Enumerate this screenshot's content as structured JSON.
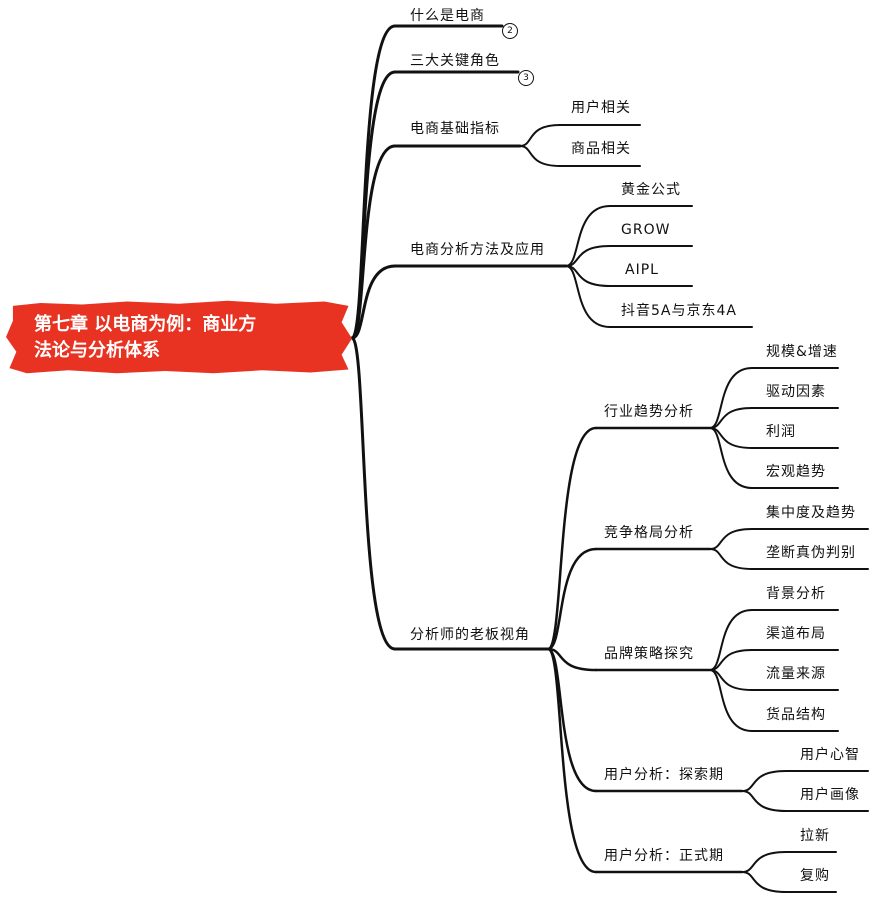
{
  "root": {
    "line1": "第七章 以电商为例：商业方",
    "line2": "法论与分析体系"
  },
  "level1": [
    {
      "label": "什么是电商",
      "badge": "2"
    },
    {
      "label": "三大关键角色",
      "badge": "3"
    },
    {
      "label": "电商基础指标",
      "children": [
        "用户相关",
        "商品相关"
      ]
    },
    {
      "label": "电商分析方法及应用",
      "children": [
        "黄金公式",
        "GROW",
        "AIPL",
        "抖音5A与京东4A"
      ]
    },
    {
      "label": "分析师的老板视角"
    }
  ],
  "boss_view": [
    {
      "label": "行业趋势分析",
      "children": [
        "规模&增速",
        "驱动因素",
        "利润",
        "宏观趋势"
      ]
    },
    {
      "label": "竞争格局分析",
      "children": [
        "集中度及趋势",
        "垄断真伪判别"
      ]
    },
    {
      "label": "品牌策略探究",
      "children": [
        "背景分析",
        "渠道布局",
        "流量来源",
        "货品结构"
      ]
    },
    {
      "label": "用户分析：探索期",
      "children": [
        "用户心智",
        "用户画像"
      ]
    },
    {
      "label": "用户分析：正式期",
      "children": [
        "拉新",
        "复购"
      ]
    }
  ]
}
